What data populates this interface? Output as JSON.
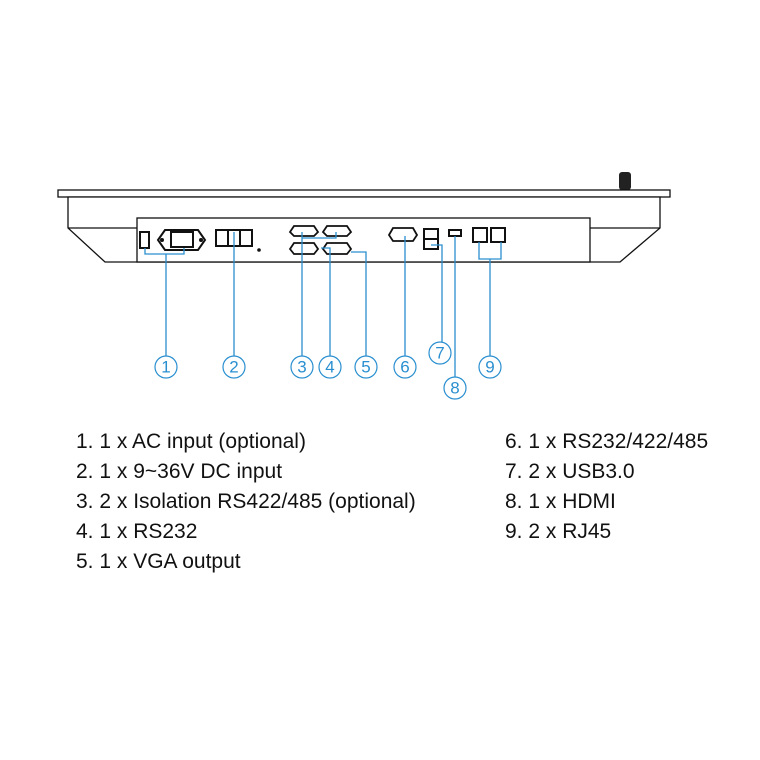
{
  "callouts": [
    "1",
    "2",
    "3",
    "4",
    "5",
    "6",
    "7",
    "8",
    "9"
  ],
  "ports": [
    "1. 1 x AC input (optional)",
    "2. 1 x 9~36V DC input",
    "3. 2 x Isolation RS422/485 (optional)",
    "4. 1 x RS232",
    "5. 1 x VGA output",
    "6. 1 x RS232/422/485",
    "7. 2 x USB3.0",
    "8. 1 x HDMI",
    "9. 2 x RJ45"
  ],
  "colors": {
    "callout": "#2a8fd0",
    "line": "#111111"
  }
}
